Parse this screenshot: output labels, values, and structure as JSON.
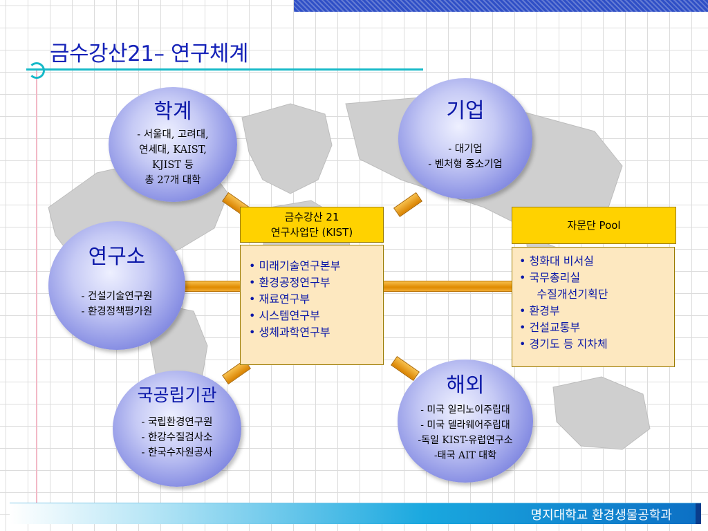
{
  "title": "금수강산21– 연구체계",
  "center_box": {
    "line1": "금수강산 21",
    "line2": "연구사업단 (KIST)"
  },
  "center_list": [
    "• 미래기술연구본부",
    "• 환경공정연구부",
    "• 재료연구부",
    "• 시스템연구부",
    "• 생체과학연구부"
  ],
  "advisory_box": {
    "label": "자문단 Pool"
  },
  "advisory_list": [
    "• 청화대 비서실",
    "• 국무총리실",
    "     수질개선기획단",
    "• 환경부",
    "• 건설교통부",
    "• 경기도 등 지차체"
  ],
  "circles": {
    "academia": {
      "title": "학계",
      "lines": [
        "- 서울대, 고려대,",
        "연세대, KAIST,",
        "KJIST 등",
        "총 27개 대학"
      ]
    },
    "industry": {
      "title": "기업",
      "lines": [
        "- 대기업",
        "- 벤처형 중소기업"
      ]
    },
    "institute": {
      "title": "연구소",
      "lines": [
        "- 건설기술연구원",
        "- 환경정책평가원"
      ]
    },
    "national": {
      "title": "국공립기관",
      "lines": [
        "- 국립환경연구원",
        "- 한강수질검사소",
        "- 한국수자원공사"
      ]
    },
    "overseas": {
      "title": "해외",
      "lines": [
        "- 미국 일리노이주립대",
        "- 미국 델라웨어주립대",
        "-독일 KIST-유럽연구소",
        "-태국 AIT 대학"
      ]
    }
  },
  "footer": {
    "text": "명지대학교 환경생물공학과"
  },
  "colors": {
    "accent_blue": "#1522b8",
    "yellow_box": "#ffd200",
    "peach_box": "#fde8c0",
    "connector_orange": "#e08a00"
  }
}
